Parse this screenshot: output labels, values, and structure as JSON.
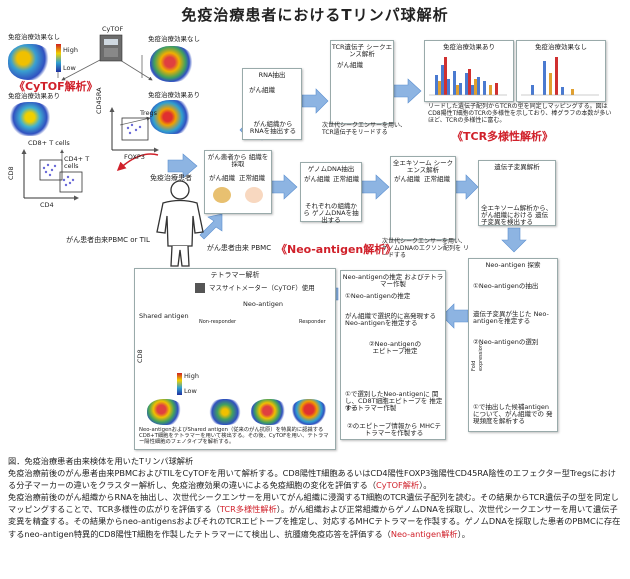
{
  "title": "免疫治療患者におけるTリンパ球解析",
  "cytof": {
    "label_no_effect": "免疫治療効果なし",
    "label_effect": "免疫治療効果あり",
    "label_no_effect_r": "免疫治療効果なし",
    "label_effect_r": "免疫治療効果あり",
    "device": "CyTOF",
    "high": "High",
    "low": "Low",
    "section": "《CyTOF解析》",
    "cd8_tcells": "CD8+ T cells",
    "cd4_tcells": "CD4+ T cells",
    "tregs": "Tregs",
    "cd45ra": "CD45RA",
    "foxp3": "FOXP3",
    "cd8": "CD8",
    "cd4": "CD4"
  },
  "patient": {
    "label": "免疫治療患者",
    "pbmc": "がん患者由来PBMC or TIL",
    "pbmc2": "がん患者由来 PBMC"
  },
  "tissue": {
    "title": "がん患者から 組織を採取",
    "tumor": "がん組織",
    "normal": "正常組織"
  },
  "rna": {
    "title": "RNA抽出",
    "tissue": "がん組織",
    "desc": "がん組織から RNAを抽出する"
  },
  "tcr_seq": {
    "title": "TCR遺伝子 シークエンス解析",
    "tissue": "がん組織",
    "desc": "次世代シークエンサーを用い、 TCR遺伝子をリードする"
  },
  "tcr_analysis": {
    "title_a": "免疫治療効果あり",
    "title_b": "免疫治療効果なし",
    "desc": "リードした遺伝子配列からTCRの型を同定しマッピングする。図はCD8陽性T細胞のTCRの多様性を示しており、棒グラフの本数が多いほど、TCRの多様性に富む。",
    "section": "《TCR多様性解析》"
  },
  "dna": {
    "title": "ゲノムDNA抽出",
    "tumor": "がん組織",
    "normal": "正常組織",
    "desc": "それぞれの組織から ゲノムDNAを抽出する"
  },
  "exome": {
    "title": "全エキソーム シークエンス解析",
    "tumor": "がん組織",
    "normal": "正常組織",
    "desc": "次世代シークエンサーを用い、 ゲノムDNAのエクソン配列を リードする"
  },
  "mutation": {
    "title": "遺伝子変異解析",
    "desc": "全エキソーム解析から、 がん組織における 遺伝子変異を検出する"
  },
  "neo_section": "《Neo-antigen解析》",
  "neo_search": {
    "title": "Neo-antigen 探索",
    "step1": "①Neo-antigenの抽出",
    "step1_desc": "遺伝子変異が生じた Neo-antigenを推定する",
    "step2": "②Neo-antigenの選別",
    "fold": "Fold expression",
    "step2_desc": "①で抽出した候補antigen について、がん組織での 発現頻度を解析する"
  },
  "tetramer_make": {
    "title": "Neo-antigenの推定 およびテトラマー作製",
    "step1": "①Neo-antigenの推定",
    "step1_desc": "がん組織で選択的に高発現する Neo-antigenを推定する",
    "step2": "②Neo-antigenの エピトープ推定",
    "step2_desc": "①で選別したNeo-antigenに 関し、CD8T細胞エピトープを 推定する",
    "step3": "③テトラマー作製",
    "step3_desc": "②のエピトープ情報から MHCテトラマーを作製する"
  },
  "tetramer_analysis": {
    "title": "テトラマー解析",
    "device": "マスサイトメーター（CyTOF）使用",
    "neo": "Neo-antigen",
    "shared": "Shared antigen",
    "nonresp": "Non-responder",
    "resp": "Responder",
    "cd8": "CD8",
    "high": "High",
    "low": "Low",
    "desc": "Neo-antigenおよびShared antigen（従来のがん抗原）を特異的に認識する CD8+T細胞をテトラマーを用いて検出する。その後、CyTOFを用い、テトラマー陽性細胞のフェノタイプを解析する。"
  },
  "caption": {
    "p1": "図．免疫治療患者由来検体を用いたTリンパ球解析",
    "p2": "免疫治療前後のがん患者由来PBMCおよびTILをCyTOFを用いて解析する。CD8陽性T細胞あるいはCD4陽性FOXP3強陽性CD45RA陰性のエフェクター型Tregsにおける分子マーカーの違いをクラスター解析し、免疫治療効果の違いによる免疫細胞の変化を評価する（",
    "p2_hl": "CyTOF解析",
    "p2_end": "）。",
    "p3": "免疫治療前後のがん組織からRNAを抽出し、次世代シークエンサーを用いてがん組織に浸潤するT細胞のTCR遺伝子配列を読む。その結果からTCR遺伝子の型を同定しマッピングすることで、TCR多様性の広がりを評価する（",
    "p3_hl": "TCR多様性解析",
    "p3_end": "）。がん組織および正常組織からゲノムDNAを採取し、次世代シークエンサーを用いて遺伝子変異を精査する。その結果からneo-antigensおよびそれのTCRエピトープを推定し、対応するMHCテトラマーを作製する。ゲノムDNAを採取した患者のPBMCに存在するneo-antigen特異的CD8陽性T細胞を作製したテトラマーにて検出し、抗腫瘍免疫応答を評価する（",
    "p3_hl2": "Neo-antigen解析",
    "p3_end2": "）。"
  },
  "colors": {
    "accent_red": "#d0202a",
    "arrow_blue": "#6d9fd8"
  }
}
